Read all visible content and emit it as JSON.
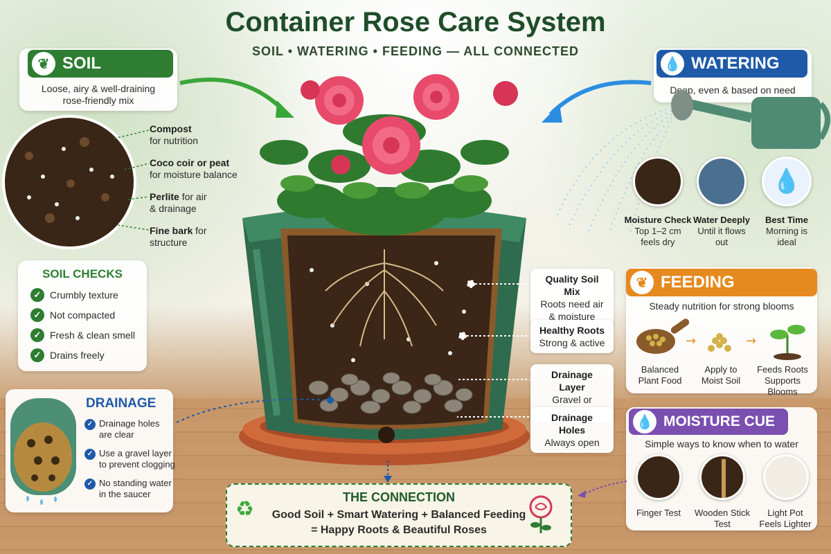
{
  "title": "Container Rose Care System",
  "subtitle": "SOIL  •  WATERING  •  FEEDING  —  ALL CONNECTED",
  "soil": {
    "heading": "SOIL",
    "desc1": "Loose, airy & well-draining",
    "desc2": "rose-friendly mix",
    "items": [
      {
        "bold": "Compost",
        "rest": "for nutrition"
      },
      {
        "bold": "Coco coir or peat",
        "rest": "for moisture balance"
      },
      {
        "bold": "Perlite",
        "rest_inline": " for air",
        "rest": "& drainage"
      },
      {
        "bold": "Fine bark",
        "rest_inline": " for",
        "rest": "structure"
      }
    ]
  },
  "soil_checks": {
    "heading": "SOIL CHECKS",
    "items": [
      "Crumbly texture",
      "Not compacted",
      "Fresh & clean smell",
      "Drains freely"
    ]
  },
  "drainage": {
    "heading": "DRAINAGE",
    "items": [
      {
        "l1": "Drainage holes",
        "l2": "are clear"
      },
      {
        "l1": "Use a gravel layer",
        "l2": "to prevent clogging"
      },
      {
        "l1": "No standing water",
        "l2": "in the saucer"
      }
    ]
  },
  "watering": {
    "heading": "WATERING",
    "desc": "Deep, even & based on need",
    "steps": [
      {
        "bold": "Moisture Check",
        "l2": "Top 1–2 cm",
        "l3": "feels dry"
      },
      {
        "bold": "Water Deeply",
        "l2": "Until it flows",
        "l3": "out"
      },
      {
        "bold": "Best Time",
        "l2": "Morning is",
        "l3": "ideal"
      }
    ]
  },
  "callouts": [
    {
      "bold": "Quality Soil Mix",
      "l2": "Roots need air",
      "l3": "& moisture"
    },
    {
      "bold": "Healthy Roots",
      "l2": "Strong & active"
    },
    {
      "bold": "Drainage Layer",
      "l2": "Gravel or stones"
    },
    {
      "bold": "Drainage Holes",
      "l2": "Always open"
    }
  ],
  "feeding": {
    "heading": "FEEDING",
    "desc": "Steady nutrition for strong blooms",
    "steps": [
      {
        "l1": "Balanced",
        "l2": "Plant Food"
      },
      {
        "l1": "Apply to",
        "l2": "Moist Soil"
      },
      {
        "l1": "Feeds Roots",
        "l2": "Supports Blooms"
      }
    ]
  },
  "moisture": {
    "heading": "MOISTURE CUE",
    "desc": "Simple ways to know when to water",
    "tests": [
      {
        "l1": "Finger Test"
      },
      {
        "l1": "Wooden Stick",
        "l2": "Test"
      },
      {
        "l1": "Light Pot",
        "l2": "Feels Lighter"
      }
    ]
  },
  "connection": {
    "heading": "THE CONNECTION",
    "l1": "Good Soil + Smart Watering + Balanced Feeding",
    "l2": "= Happy Roots & Beautiful Roses"
  },
  "colors": {
    "soil": "#2e7d32",
    "watering": "#1e5aa8",
    "feeding": "#e58a1f",
    "moisture": "#7b4fb0"
  }
}
